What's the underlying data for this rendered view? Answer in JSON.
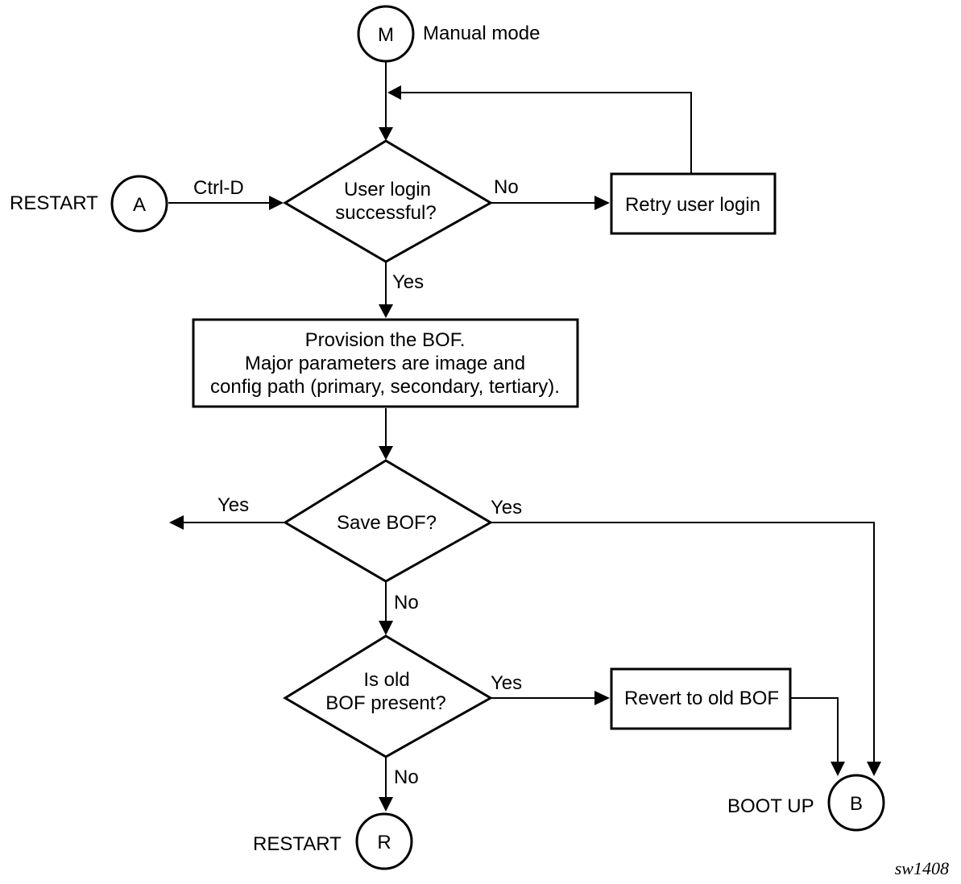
{
  "connectors": {
    "manual": {
      "letter": "M",
      "caption": "Manual mode"
    },
    "restart_a": {
      "letter": "A",
      "caption": "RESTART"
    },
    "restart_r": {
      "letter": "R",
      "caption": "RESTART"
    },
    "boot_up": {
      "letter": "B",
      "caption": "BOOT UP"
    }
  },
  "decisions": {
    "user_login": {
      "line1": "User login",
      "line2": "successful?"
    },
    "save_bof": {
      "line1": "Save BOF?"
    },
    "old_bof": {
      "line1": "Is old",
      "line2": "BOF present?"
    }
  },
  "processes": {
    "retry_login": {
      "text": "Retry user login"
    },
    "provision": {
      "line1": "Provision the BOF.",
      "line2": "Major parameters are image and",
      "line3": "config path (primary, secondary, tertiary)."
    },
    "revert": {
      "text": "Revert to old BOF"
    }
  },
  "edge_labels": {
    "ctrl_d": "Ctrl-D",
    "login_no": "No",
    "login_yes": "Yes",
    "save_yes_left": "Yes",
    "save_yes_right": "Yes",
    "save_no": "No",
    "old_yes": "Yes",
    "old_no": "No"
  },
  "figure_tag": "sw1408"
}
